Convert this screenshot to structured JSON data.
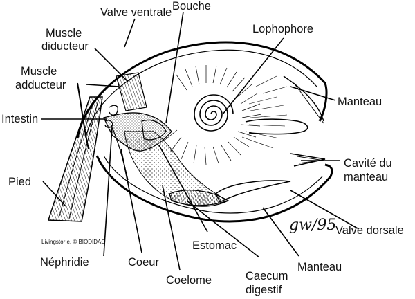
{
  "labels": {
    "valve_ventrale": "Valve ventrale",
    "bouche": "Bouche",
    "lophophore": "Lophophore",
    "muscle_diducteur_1": "Muscle",
    "muscle_diducteur_2": "diducteur",
    "muscle_adducteur_1": "Muscle",
    "muscle_adducteur_2": "adducteur",
    "manteau_top": "Manteau",
    "intestin": "Intestin",
    "cavite_1": "Cavité du",
    "cavite_2": "manteau",
    "pied": "Pied",
    "valve_dorsale": "Valve dorsale",
    "estomac": "Estomac",
    "nephridie": "Néphridie",
    "coeur": "Coeur",
    "coelome": "Coelome",
    "caecum_1": "Caecum",
    "caecum_2": "digestif",
    "manteau_bottom": "Manteau"
  },
  "credit": "Livingstor e, © BIODIDAC",
  "signature": "gw/95"
}
